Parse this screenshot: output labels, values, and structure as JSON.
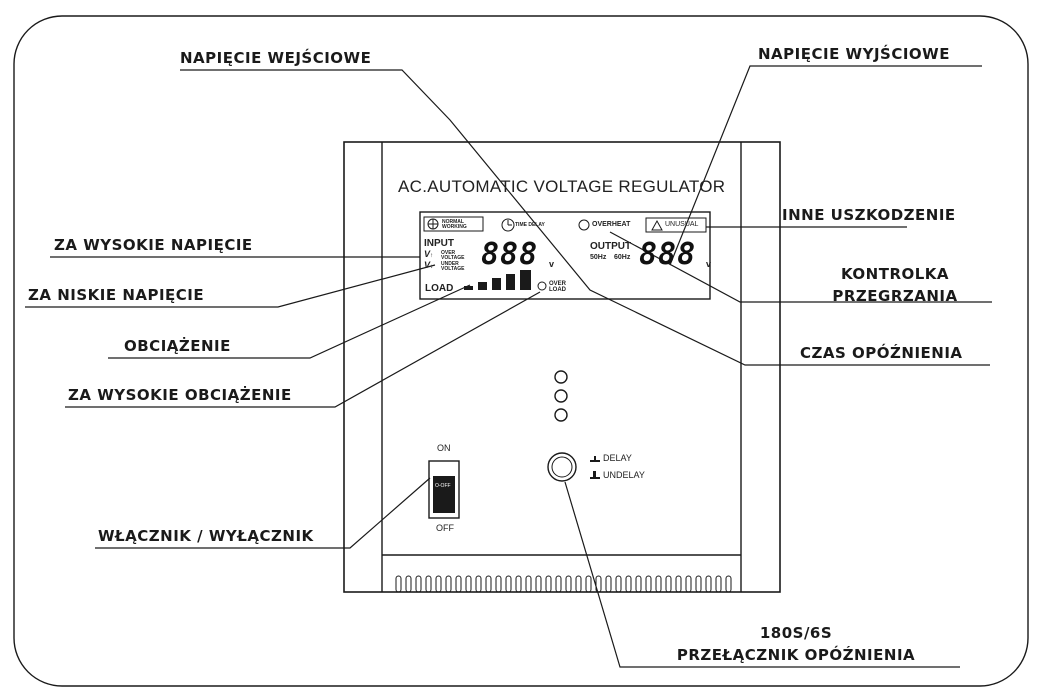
{
  "device": {
    "title": "AC.AUTOMATIC  VOLTAGE REGULATOR",
    "normal_working_line1": "NORMAL",
    "normal_working_line2": "WORKING",
    "time_delay": "TIME DELAY",
    "overheat": "OVERHEAT",
    "unusual": "UNUSUAL",
    "input_label": "INPUT",
    "output_label": "OUTPUT",
    "over_voltage_line1": "OVER",
    "over_voltage_line2": "VOLTAGE",
    "under_voltage_line1": "UNDER",
    "under_voltage_line2": "VOLTAGE",
    "freq_50": "50Hz",
    "freq_60": "60Hz",
    "load_label": "LOAD",
    "over_load_line1": "OVER",
    "over_load_line2": "LOAD",
    "input_display": "888",
    "output_display": "888",
    "volt_unit": "v",
    "switch_on": "ON",
    "switch_off": "OFF",
    "switch_cap": "O-OFF",
    "delay_label": "DELAY",
    "undelay_label": "UNDELAY"
  },
  "callouts": {
    "napiecie_wejsciowe": "NAPIĘCIE WEJŚCIOWE",
    "napiecie_wyjsciowe": "NAPIĘCIE WYJŚCIOWE",
    "inne_uszkodzenie": "INNE USZKODZENIE",
    "za_wysokie_napiecie": "ZA WYSOKIE NAPIĘCIE",
    "kontrolka_line1": "KONTROLKA",
    "kontrolka_line2": "PRZEGRZANIA",
    "za_niskie_napiecie": "ZA NISKIE NAPIĘCIE",
    "obciazenie": "OBCIĄŻENIE",
    "czas_opoznienia": "CZAS OPÓŹNIENIA",
    "za_wysokie_obciazenie": "ZA WYSOKIE OBCIĄŻENIE",
    "wlacznik": "WŁĄCZNIK / WYŁĄCZNIK",
    "przelacznik_line1": "180S/6S",
    "przelacznik_line2": "PRZEŁĄCZNIK OPÓŹNIENIA"
  }
}
